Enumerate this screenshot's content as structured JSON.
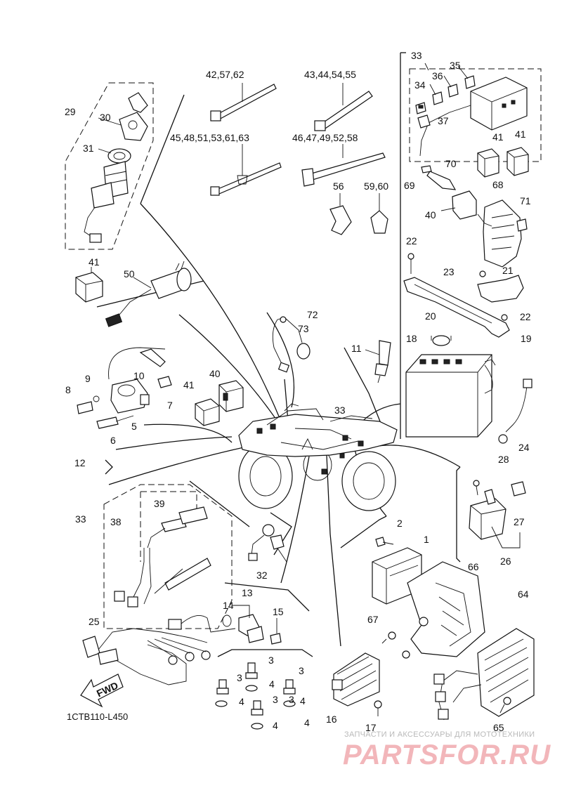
{
  "diagram_code": "1CTB110-L450",
  "direction_arrow_label": "FWD",
  "watermark": {
    "tagline": "ЗАПЧАСТИ И АКСЕССУАРЫ ДЛЯ МОТОТЕХНИКИ",
    "site": "PARTSFOR.RU"
  },
  "callouts": [
    {
      "id": "c1",
      "text": "1"
    },
    {
      "id": "c2",
      "text": "2"
    },
    {
      "id": "c3a",
      "text": "3"
    },
    {
      "id": "c3b",
      "text": "3"
    },
    {
      "id": "c3c",
      "text": "3"
    },
    {
      "id": "c3d",
      "text": "3"
    },
    {
      "id": "c3e",
      "text": "3"
    },
    {
      "id": "c4a",
      "text": "4"
    },
    {
      "id": "c4b",
      "text": "4"
    },
    {
      "id": "c4c",
      "text": "4"
    },
    {
      "id": "c4d",
      "text": "4"
    },
    {
      "id": "c4e",
      "text": "4"
    },
    {
      "id": "c5",
      "text": "5"
    },
    {
      "id": "c6",
      "text": "6"
    },
    {
      "id": "c7",
      "text": "7"
    },
    {
      "id": "c8",
      "text": "8"
    },
    {
      "id": "c9",
      "text": "9"
    },
    {
      "id": "c10",
      "text": "10"
    },
    {
      "id": "c11",
      "text": "11"
    },
    {
      "id": "c12",
      "text": "12"
    },
    {
      "id": "c13",
      "text": "13"
    },
    {
      "id": "c14",
      "text": "14"
    },
    {
      "id": "c15",
      "text": "15"
    },
    {
      "id": "c16",
      "text": "16"
    },
    {
      "id": "c17",
      "text": "17"
    },
    {
      "id": "c18",
      "text": "18"
    },
    {
      "id": "c19",
      "text": "19"
    },
    {
      "id": "c20",
      "text": "20"
    },
    {
      "id": "c21",
      "text": "21"
    },
    {
      "id": "c22a",
      "text": "22"
    },
    {
      "id": "c22b",
      "text": "22"
    },
    {
      "id": "c23",
      "text": "23"
    },
    {
      "id": "c24",
      "text": "24"
    },
    {
      "id": "c25",
      "text": "25"
    },
    {
      "id": "c26",
      "text": "26"
    },
    {
      "id": "c27",
      "text": "27"
    },
    {
      "id": "c28",
      "text": "28"
    },
    {
      "id": "c29",
      "text": "29"
    },
    {
      "id": "c30",
      "text": "30"
    },
    {
      "id": "c31",
      "text": "31"
    },
    {
      "id": "c32",
      "text": "32"
    },
    {
      "id": "c33a",
      "text": "33"
    },
    {
      "id": "c33b",
      "text": "33"
    },
    {
      "id": "c33c",
      "text": "33"
    },
    {
      "id": "c34",
      "text": "34"
    },
    {
      "id": "c35",
      "text": "35"
    },
    {
      "id": "c36",
      "text": "36"
    },
    {
      "id": "c37",
      "text": "37"
    },
    {
      "id": "c38",
      "text": "38"
    },
    {
      "id": "c39",
      "text": "39"
    },
    {
      "id": "c40a",
      "text": "40"
    },
    {
      "id": "c40b",
      "text": "40"
    },
    {
      "id": "c41a",
      "text": "41"
    },
    {
      "id": "c41b",
      "text": "41"
    },
    {
      "id": "c41c",
      "text": "41"
    },
    {
      "id": "c41d",
      "text": "41"
    },
    {
      "id": "c50",
      "text": "50"
    },
    {
      "id": "c56",
      "text": "56"
    },
    {
      "id": "c5960",
      "text": "59,60"
    },
    {
      "id": "c64",
      "text": "64"
    },
    {
      "id": "c65",
      "text": "65"
    },
    {
      "id": "c66",
      "text": "66"
    },
    {
      "id": "c67",
      "text": "67"
    },
    {
      "id": "c68",
      "text": "68"
    },
    {
      "id": "c69",
      "text": "69"
    },
    {
      "id": "c70",
      "text": "70"
    },
    {
      "id": "c71",
      "text": "71"
    },
    {
      "id": "c72",
      "text": "72"
    },
    {
      "id": "c73",
      "text": "73"
    },
    {
      "id": "cband1",
      "text": "42,57,62"
    },
    {
      "id": "cband2",
      "text": "43,44,54,55"
    },
    {
      "id": "cband3",
      "text": "45,48,51,53,61,63"
    },
    {
      "id": "cband4",
      "text": "46,47,49,52,58"
    }
  ]
}
